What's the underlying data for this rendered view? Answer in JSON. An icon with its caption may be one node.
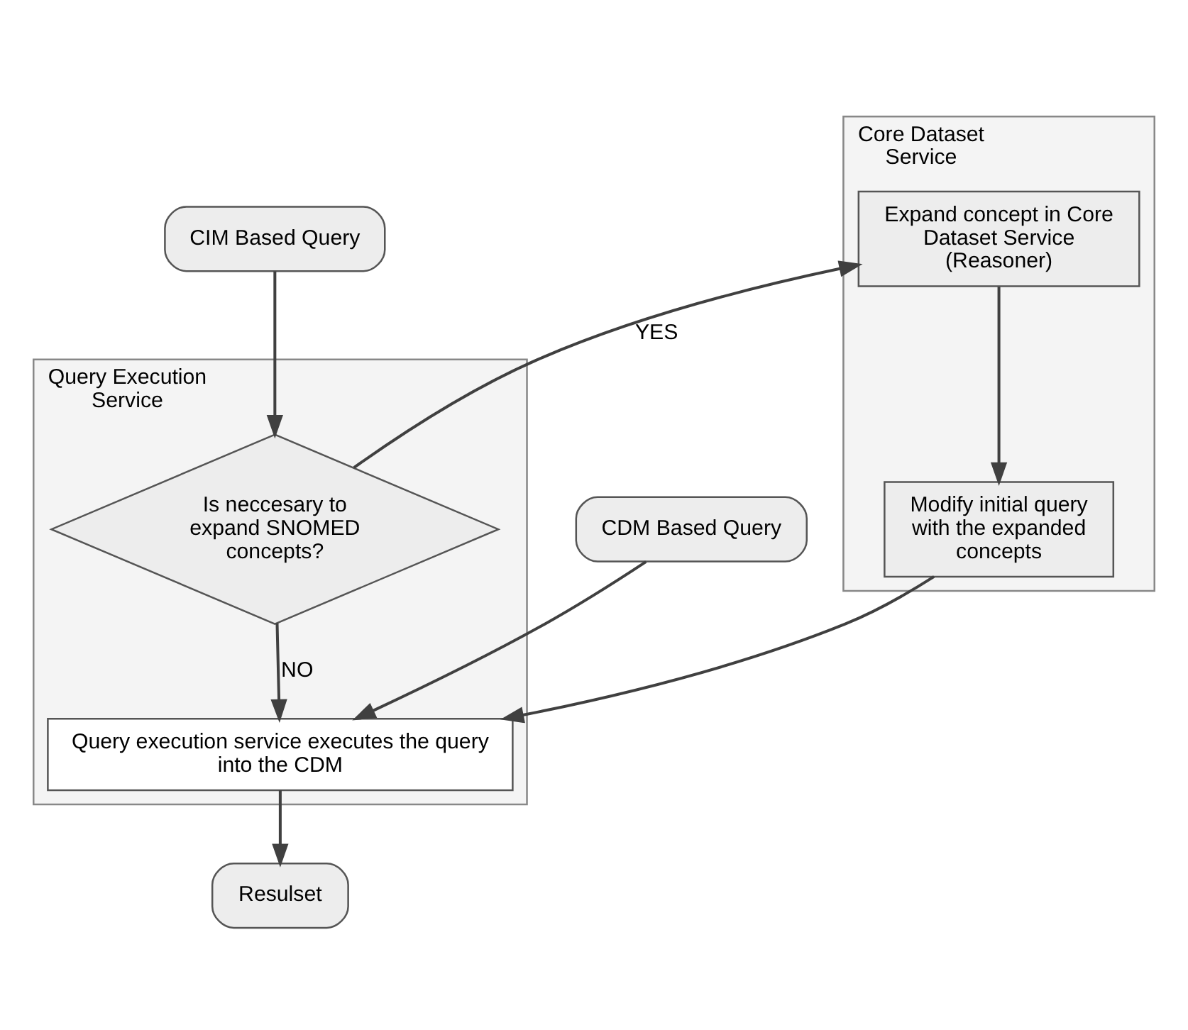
{
  "diagram": {
    "nodes": [
      {
        "text": [
          "CIM Based Query"
        ]
      },
      {
        "text": [
          "CDM Based Query"
        ]
      },
      {
        "text": [
          "Core Dataset Service"
        ]
      },
      {
        "text": [
          "Expand concept in Core Dataset Service (Reasoner)"
        ],
        "in": 2
      },
      {
        "text": [
          "Modify initial query with the expanded concepts"
        ],
        "in": 2
      },
      {
        "text": [
          "Query Execution Service"
        ]
      },
      {
        "text": [
          "Is neccesary to expand SNOMED concepts?"
        ],
        "in": 5
      },
      {
        "text": [
          "Query execution service executes the query into the CDM"
        ],
        "in": 5
      },
      {
        "text": [
          "Resulset"
        ]
      }
    ],
    "edges": [
      {
        "from": 0,
        "to": 6,
        "arrow": "to"
      },
      {
        "from": 6,
        "to": 3,
        "arrow": "to",
        "label": "YES"
      },
      {
        "from": 3,
        "to": 4,
        "arrow": "to"
      },
      {
        "from": 4,
        "to": 7,
        "arrow": "to"
      },
      {
        "from": 6,
        "to": 7,
        "arrow": "to",
        "label": "NO"
      },
      {
        "from": 1,
        "to": 7,
        "arrow": "to"
      },
      {
        "from": 7,
        "to": 8,
        "arrow": "to"
      }
    ]
  }
}
